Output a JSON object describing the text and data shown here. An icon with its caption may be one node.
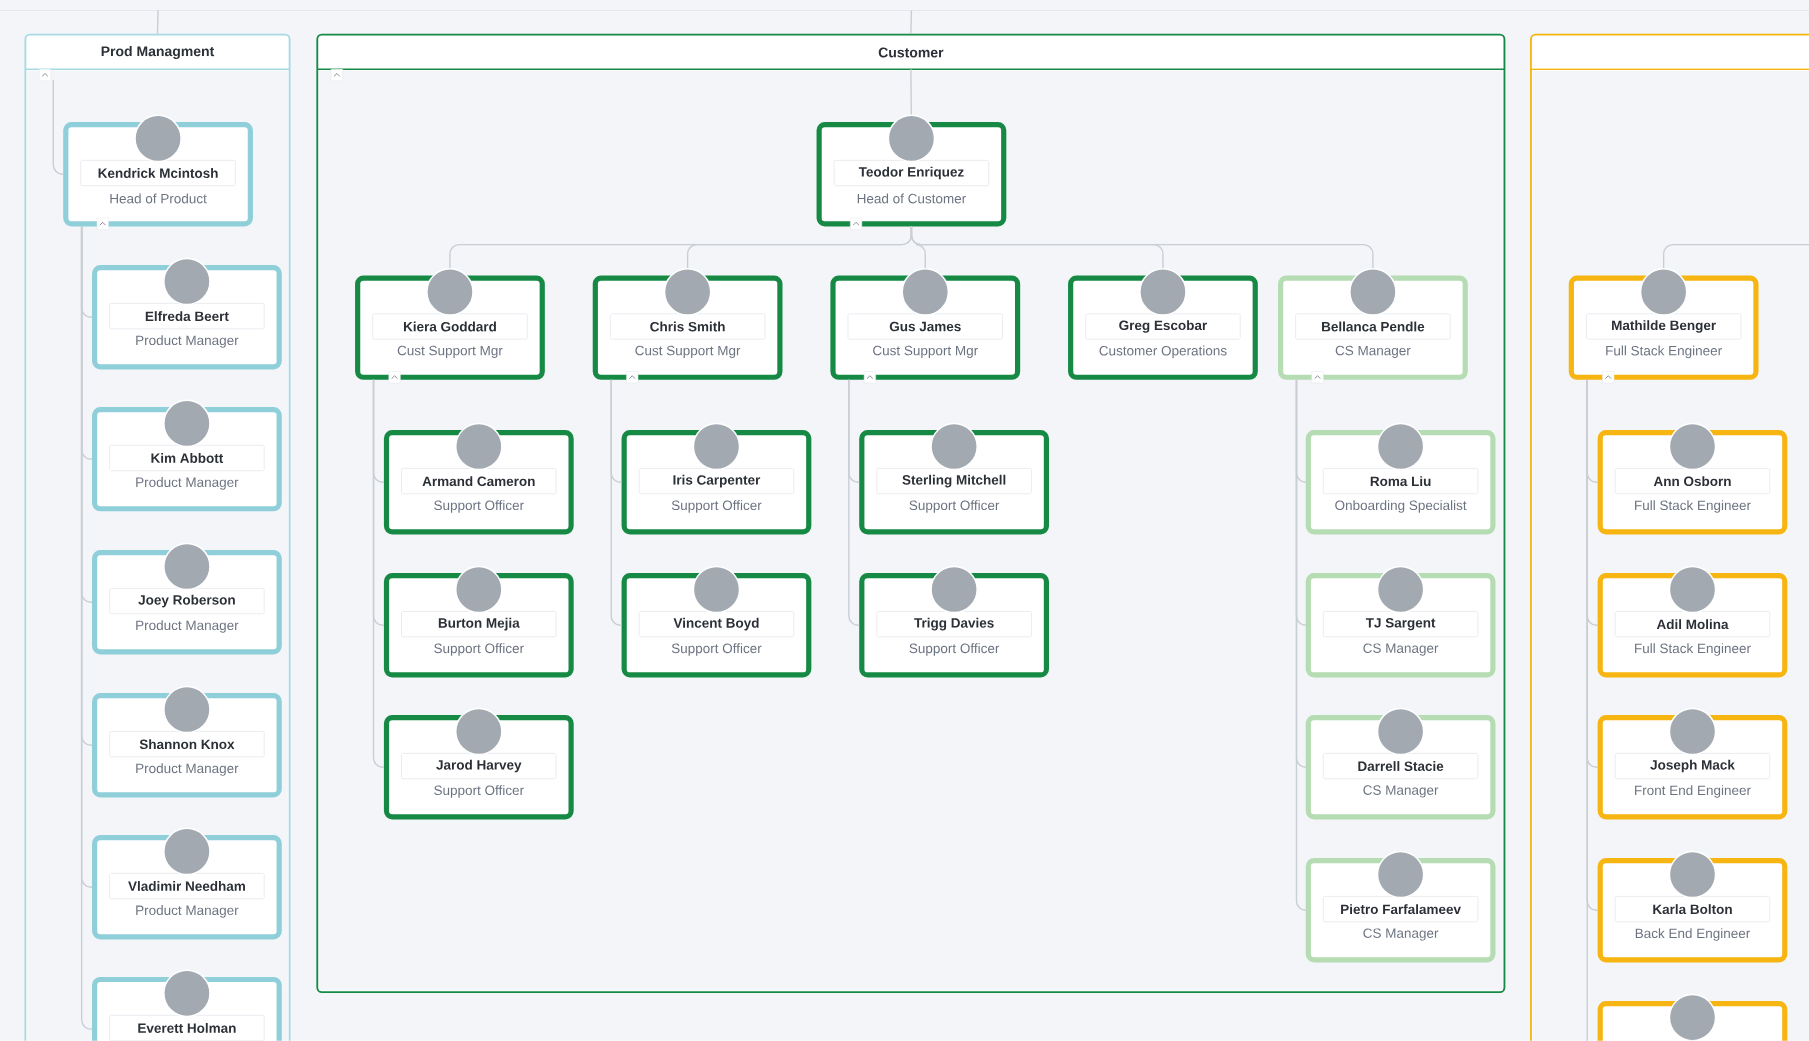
{
  "diagram": {
    "nodes": [
      {
        "text": [
          "Prod Managment"
        ]
      },
      {
        "text": [
          "Kendrick Mcintosh",
          "Head of Product"
        ],
        "in": 0
      },
      {
        "text": [
          "Elfreda Beert",
          "Product Manager"
        ],
        "in": 0
      },
      {
        "text": [
          "Kim Abbott",
          "Product Manager"
        ],
        "in": 0
      },
      {
        "text": [
          "Joey Roberson",
          "Product Manager"
        ],
        "in": 0
      },
      {
        "text": [
          "Shannon Knox",
          "Product Manager"
        ],
        "in": 0
      },
      {
        "text": [
          "Vladimir Needham",
          "Product Manager"
        ],
        "in": 0
      },
      {
        "text": [
          "Everett Holman"
        ],
        "in": 0
      },
      {
        "text": [
          "Customer"
        ]
      },
      {
        "text": [
          "Teodor Enriquez",
          "Head of Customer"
        ],
        "in": 8
      },
      {
        "text": [
          "Kiera Goddard",
          "Cust Support Mgr"
        ],
        "in": 8
      },
      {
        "text": [
          "Chris Smith",
          "Cust Support Mgr"
        ],
        "in": 8
      },
      {
        "text": [
          "Gus James",
          "Cust Support Mgr"
        ],
        "in": 8
      },
      {
        "text": [
          "Greg Escobar",
          "Customer Operations"
        ],
        "in": 8
      },
      {
        "text": [
          "Bellanca Pendle",
          "CS Manager"
        ],
        "in": 8
      },
      {
        "text": [
          "Armand Cameron",
          "Support Officer"
        ],
        "in": 8
      },
      {
        "text": [
          "Burton Mejia",
          "Support Officer"
        ],
        "in": 8
      },
      {
        "text": [
          "Jarod Harvey",
          "Support Officer"
        ],
        "in": 8
      },
      {
        "text": [
          "Iris Carpenter",
          "Support Officer"
        ],
        "in": 8
      },
      {
        "text": [
          "Vincent Boyd",
          "Support Officer"
        ],
        "in": 8
      },
      {
        "text": [
          "Sterling Mitchell",
          "Support Officer"
        ],
        "in": 8
      },
      {
        "text": [
          "Trigg Davies",
          "Support Officer"
        ],
        "in": 8
      },
      {
        "text": [
          "Roma Liu",
          "Onboarding Specialist"
        ],
        "in": 8
      },
      {
        "text": [
          "TJ Sargent",
          "CS Manager"
        ],
        "in": 8
      },
      {
        "text": [
          "Darrell Stacie",
          "CS Manager"
        ],
        "in": 8
      },
      {
        "text": [
          "Pietro Farfalameev",
          "CS Manager"
        ],
        "in": 8
      },
      {
        "text": [],
        "shape": "box"
      },
      {
        "text": [
          "Mathilde Benger",
          "Full Stack Engineer"
        ],
        "in": 26
      },
      {
        "text": [
          "Ann Osborn",
          "Full Stack Engineer"
        ],
        "in": 26
      },
      {
        "text": [
          "Adil Molina",
          "Full Stack Engineer"
        ],
        "in": 26
      },
      {
        "text": [
          "Joseph Mack",
          "Front End Engineer"
        ],
        "in": 26
      },
      {
        "text": [
          "Karla Bolton",
          "Back End Engineer"
        ],
        "in": 26
      },
      {
        "text": [],
        "shape": "box",
        "in": 26
      }
    ],
    "edges": [
      {
        "from": null,
        "to": 0,
        "arrow": "none"
      },
      {
        "from": null,
        "to": 8,
        "arrow": "none"
      },
      {
        "from": 0,
        "to": 1,
        "arrow": "none"
      },
      {
        "from": 1,
        "to": 2,
        "arrow": "none"
      },
      {
        "from": 1,
        "to": 3,
        "arrow": "none"
      },
      {
        "from": 1,
        "to": 4,
        "arrow": "none"
      },
      {
        "from": 1,
        "to": 5,
        "arrow": "none"
      },
      {
        "from": 1,
        "to": 6,
        "arrow": "none"
      },
      {
        "from": 1,
        "to": 7,
        "arrow": "none"
      },
      {
        "from": 8,
        "to": 9,
        "arrow": "none"
      },
      {
        "from": 9,
        "to": 10,
        "arrow": "none"
      },
      {
        "from": 9,
        "to": 11,
        "arrow": "none"
      },
      {
        "from": 9,
        "to": 12,
        "arrow": "none"
      },
      {
        "from": 9,
        "to": 13,
        "arrow": "none"
      },
      {
        "from": 9,
        "to": 14,
        "arrow": "none"
      },
      {
        "from": 10,
        "to": 15,
        "arrow": "none"
      },
      {
        "from": 10,
        "to": 16,
        "arrow": "none"
      },
      {
        "from": 10,
        "to": 17,
        "arrow": "none"
      },
      {
        "from": 11,
        "to": 18,
        "arrow": "none"
      },
      {
        "from": 11,
        "to": 19,
        "arrow": "none"
      },
      {
        "from": 12,
        "to": 20,
        "arrow": "none"
      },
      {
        "from": 12,
        "to": 21,
        "arrow": "none"
      },
      {
        "from": 14,
        "to": 22,
        "arrow": "none"
      },
      {
        "from": 14,
        "to": 23,
        "arrow": "none"
      },
      {
        "from": 14,
        "to": 24,
        "arrow": "none"
      },
      {
        "from": 14,
        "to": 25,
        "arrow": "none"
      },
      {
        "from": null,
        "to": 27,
        "arrow": "none"
      },
      {
        "from": 27,
        "to": 28,
        "arrow": "none"
      },
      {
        "from": 27,
        "to": 29,
        "arrow": "none"
      },
      {
        "from": 27,
        "to": 30,
        "arrow": "none"
      },
      {
        "from": 27,
        "to": 31,
        "arrow": "none"
      },
      {
        "from": 27,
        "to": 32,
        "arrow": "none"
      }
    ]
  }
}
